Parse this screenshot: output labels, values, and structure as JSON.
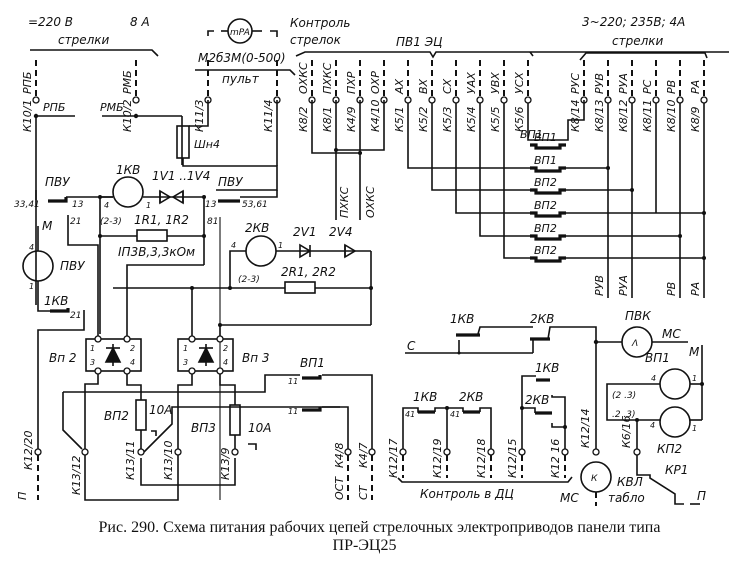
{
  "figure": {
    "caption_line1": "Рис. 290. Схема питания рабочих цепей стрелочных электроприводов панели типа",
    "caption_line2": "ПР-ЭЦ25"
  },
  "power_left": {
    "voltage": "=220 В",
    "current": "8 А",
    "group": "стрелки"
  },
  "meter": {
    "symbol": "mPA",
    "model": "М2б3М(0-500)",
    "location": "пульт"
  },
  "control_group": {
    "line1": "Контроль",
    "line2": "стрелок"
  },
  "pv1_group": "ПВ1   ЭЦ",
  "power_right": {
    "voltage": "3~220; 235В; 4А",
    "group": "стрелки"
  },
  "top_terminals": [
    {
      "id": "К10/1",
      "wire": "РПБ"
    },
    {
      "id": "К10/2",
      "wire": "РМБ"
    },
    {
      "id": "К11/3",
      "wire": ""
    },
    {
      "id": "К11/4",
      "wire": ""
    },
    {
      "id": "К8/2",
      "wire": "ОХКС"
    },
    {
      "id": "К8/1",
      "wire": "ПХКС"
    },
    {
      "id": "К4/9",
      "wire": "ПХР"
    },
    {
      "id": "К4/10",
      "wire": "ОХР"
    },
    {
      "id": "К5/1",
      "wire": "АХ"
    },
    {
      "id": "К5/2",
      "wire": "ВХ"
    },
    {
      "id": "К5/3",
      "wire": "СХ"
    },
    {
      "id": "К5/4",
      "wire": "УАХ"
    },
    {
      "id": "К5/5",
      "wire": "УВХ"
    },
    {
      "id": "К5/6",
      "wire": "УСХ"
    },
    {
      "id": "К8/14",
      "wire": "РУС"
    },
    {
      "id": "К8/13",
      "wire": "РУВ"
    },
    {
      "id": "К8/12",
      "wire": "РУА"
    },
    {
      "id": "К8/11",
      "wire": "РС"
    },
    {
      "id": "К8/10",
      "wire": "РВ"
    },
    {
      "id": "К8/9",
      "wire": "РА"
    }
  ],
  "labels": {
    "rpb_wire": "РПБ",
    "rmb_wire": "РМБ",
    "shunt": "Шн4",
    "pvu_left": "ПВУ",
    "pvu_left_pins": "33,41",
    "pvu_left_pin13": "13",
    "pvu_left_pin21": "21",
    "pvu_right": "ПВУ",
    "pvu_right_pins": "53,61",
    "pvu_right_pin13": "13",
    "pvu_right_pin81": "81",
    "relay_1kv": "1КВ",
    "relay_1kv_pin4": "4",
    "relay_1kv_pin1": "1",
    "relay_1kv_winding": "(2-3)",
    "diodes_1": "1V1 ..1V4",
    "resistors_1": "1R1, 1R2",
    "resistor_spec": "IП3В,3,3кОм",
    "relay_2kv": "2КВ",
    "relay_2kv_pin4": "4",
    "relay_2kv_pin1": "1",
    "relay_2kv_winding": "(2-3)",
    "diode_2v1": "2V1",
    "diode_2v4": "2V4",
    "resistors_2": "2R1, 2R2",
    "pvu_coil": "ПВУ",
    "pvu_coil_m": "М",
    "pvu_coil_pin4": "4",
    "pvu_coil_pin1": "1",
    "contact_1kv": "1КВ",
    "contact_1kv_pin": "21",
    "pkhks_wire": "ПХКС",
    "okhks_wire": "ОХКС",
    "vp_contacts": [
      "ВП1",
      "ВП1",
      "ВП2",
      "ВП2",
      "ВП2",
      "ВП2"
    ],
    "bottom_right_wires": [
      "РУВ",
      "РУА",
      "РВ",
      "РА"
    ],
    "bridge_vp2": "Вп 2",
    "bridge_vp3": "Вп 3",
    "bridge_pins": [
      "1",
      "2",
      "3",
      "4"
    ],
    "fuse_vp2": "ВП2",
    "fuse_vp2_rating": "10А",
    "fuse_vp3": "ВП3",
    "fuse_vp3_rating": "10А",
    "vp1_contact": "ВП1",
    "contact_pin_11a": "11",
    "contact_pin_11b": "11",
    "k12_20": "К12/20",
    "p_wire": "П",
    "k13_12": "К13/12",
    "k13_11": "К13/11",
    "k13_10": "К13/10",
    "k13_9": "К13/9",
    "k4_8": "К4/8",
    "ost_wire": "ОСТ",
    "k4_7": "К4/7",
    "st_wire": "СТ",
    "c_wire": "С",
    "top_1kv": "1КВ",
    "top_2kv": "2КВ",
    "ctrl_1kv": "1КВ",
    "ctrl_2kv": "2КВ",
    "ctrl_pin41a": "41",
    "ctrl_pin41b": "41",
    "ctrl_right_1kv": "1КВ",
    "ctrl_right_2kv": "2КВ",
    "k12_17": "К12/17",
    "k12_19": "К12/19",
    "k12_18": "К12/18",
    "k12_15": "К12/15",
    "k12_16": "К12 16",
    "k12_14": "К12/14",
    "control_dc": "Контроль в ДЦ",
    "pvk": "ПВК",
    "pvk_symbol": "Λ",
    "mc_top": "МС",
    "m_wire": "М",
    "vp1_relay": "ВП1",
    "vp1_pin4": "4",
    "vp1_pin1": "1",
    "vp1_winding": "(2 .3)",
    "kp2_winding": ".2 .3)",
    "kp2_pin4": "4",
    "kp2_pin1": "1",
    "kp2": "КП2",
    "k6_16": "К6/16",
    "kr1": "КР1",
    "p_bottom": "П",
    "krl_relay": "К",
    "krl_label": "КВЛ",
    "tablo": "табло",
    "mc_bottom": "МС"
  }
}
